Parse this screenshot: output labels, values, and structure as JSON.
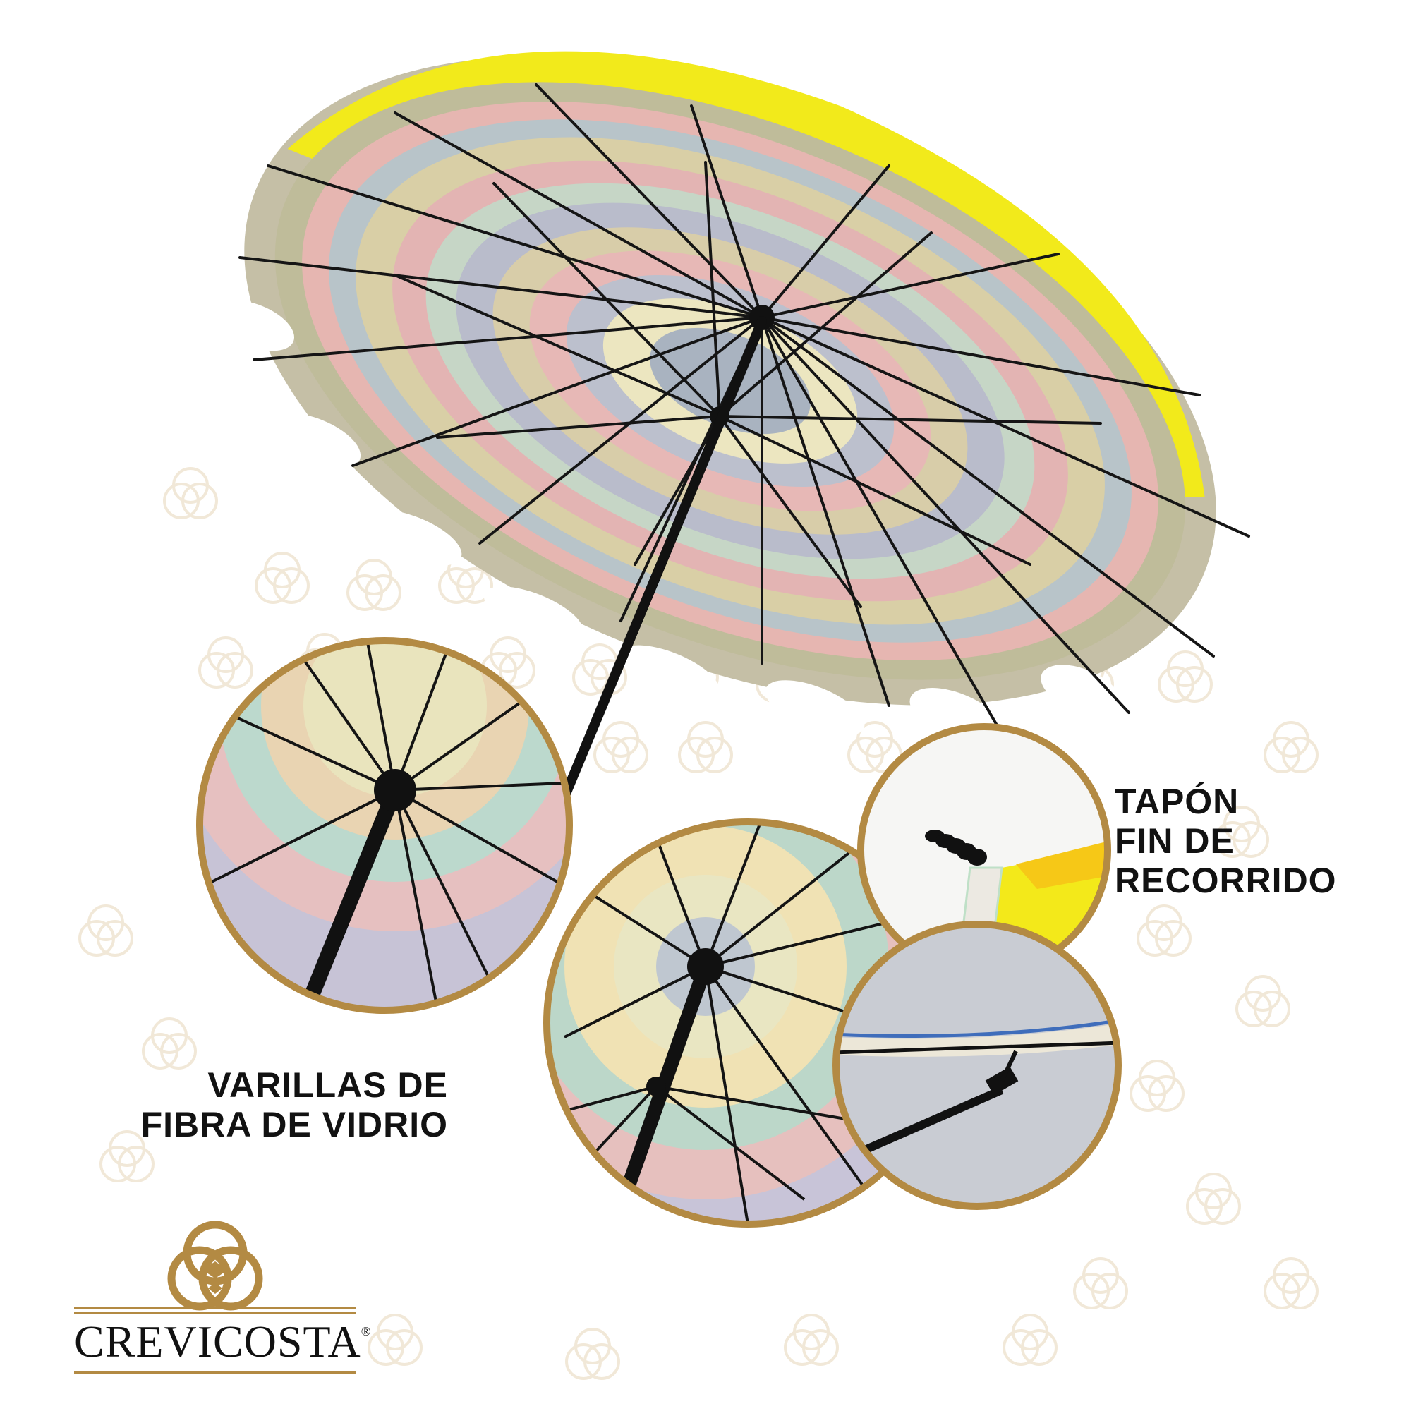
{
  "colors": {
    "accent_gold": "#b38a43",
    "canopy_yellow": "#f3ea19",
    "stripe_pink": "#e8b7b5",
    "stripe_blue": "#b8bfce",
    "stripe_green": "#bfd8c6",
    "stripe_cream": "#ede4bf",
    "frame_black": "#121212",
    "watermark_beige": "#f2eadb"
  },
  "callouts": {
    "stopper": [
      "TAPÓN",
      "FIN DE",
      "RECORRIDO"
    ],
    "ribs": [
      "VARILLAS DE",
      "FIBRA DE VIDRIO"
    ]
  },
  "brand": {
    "name": "CREVICOSTA",
    "registered_mark": "®"
  },
  "icons": {
    "logo": "crevicosta-interlocked-rings-icon",
    "watermark": "crevicosta-watermark-icon"
  }
}
